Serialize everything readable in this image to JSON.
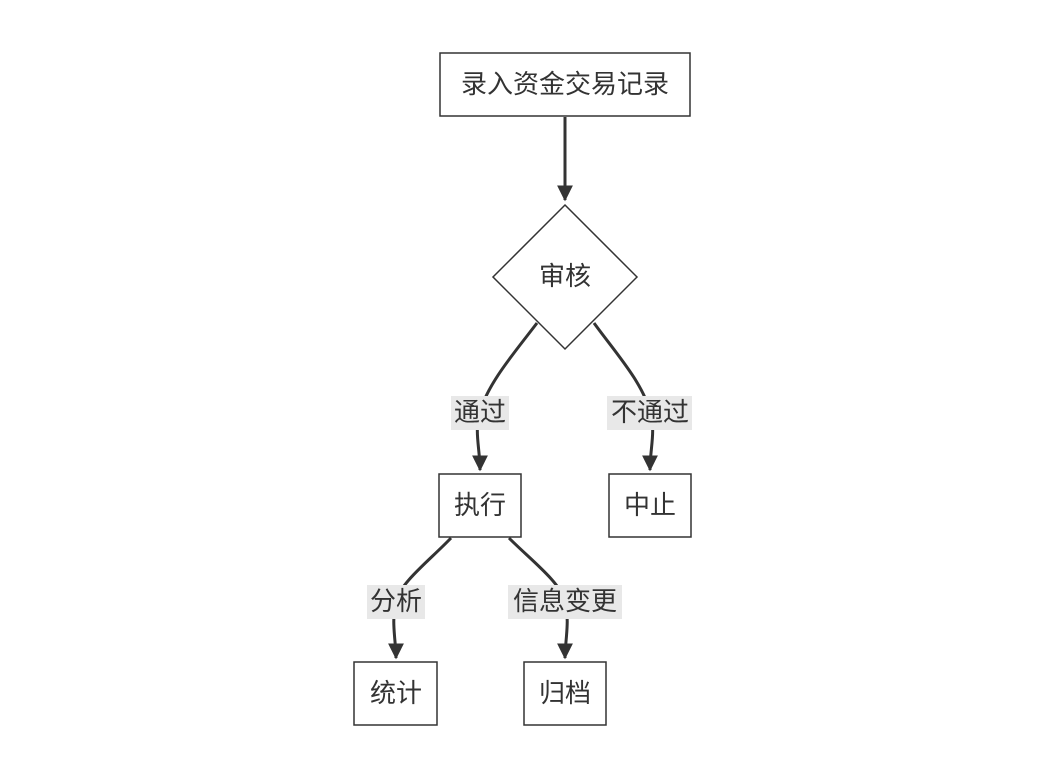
{
  "diagram": {
    "type": "flowchart",
    "colors": {
      "stroke": "#333333",
      "node_fill": "#ffffff",
      "label_bg": "#e8e8e8",
      "text": "#333333"
    },
    "nodes": {
      "record": {
        "label": "录入资金交易记录",
        "shape": "rect"
      },
      "review": {
        "label": "审核",
        "shape": "diamond"
      },
      "execute": {
        "label": "执行",
        "shape": "rect"
      },
      "abort": {
        "label": "中止",
        "shape": "rect"
      },
      "stats": {
        "label": "统计",
        "shape": "rect"
      },
      "archive": {
        "label": "归档",
        "shape": "rect"
      }
    },
    "edges": [
      {
        "from": "record",
        "to": "review",
        "label": ""
      },
      {
        "from": "review",
        "to": "execute",
        "label": "通过"
      },
      {
        "from": "review",
        "to": "abort",
        "label": "不通过"
      },
      {
        "from": "execute",
        "to": "stats",
        "label": "分析"
      },
      {
        "from": "execute",
        "to": "archive",
        "label": "信息变更"
      }
    ]
  }
}
